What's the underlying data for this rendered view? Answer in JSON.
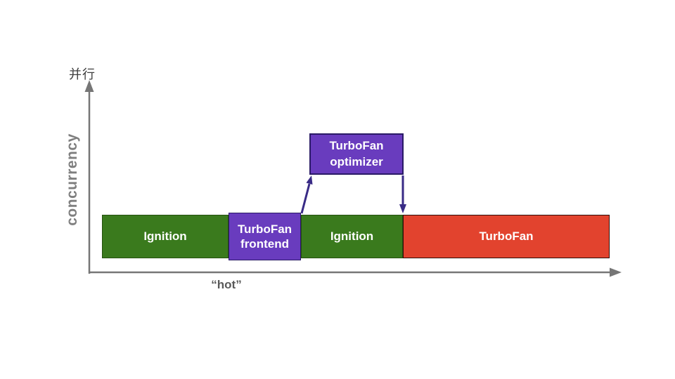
{
  "axes": {
    "y_top_label": "并行",
    "y_axis_label": "concurrency",
    "x_axis_label": "“hot”",
    "axis_color": "#767676",
    "y_label_color": "#7f7f7f",
    "x_label_color": "#595959",
    "y_top_label_color": "#3d3d3d"
  },
  "timeline": {
    "text_color": "#ffffff",
    "segments": [
      {
        "label": "Ignition",
        "fill": "#3a7a1d",
        "border": "#26510f"
      },
      {
        "label": "TurboFan frontend",
        "fill": "#693cbe",
        "border": "#2a1a66"
      },
      {
        "label": "Ignition",
        "fill": "#3a7a1d",
        "border": "#26510f"
      },
      {
        "label": "TurboFan",
        "fill": "#e2432e",
        "border": "#2f0d08"
      }
    ]
  },
  "optimizer": {
    "label": "TurboFan\noptimizer",
    "fill": "#693cbe",
    "border": "#2a1a66",
    "text_color": "#ffffff"
  },
  "arrows": {
    "color": "#392b86"
  }
}
